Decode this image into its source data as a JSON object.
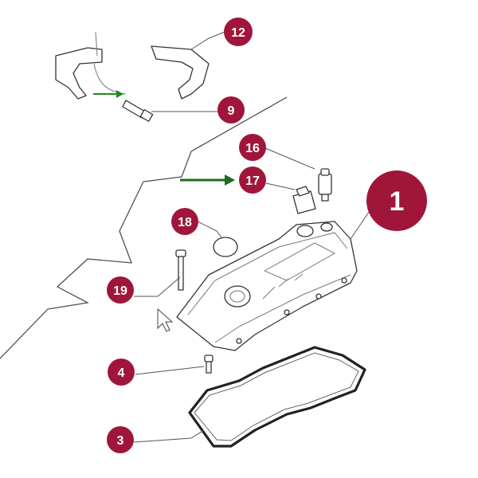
{
  "colors": {
    "callout_fill": "#a0163a",
    "arrow_green": "#1f8a1f",
    "arrow_dark_green": "#1e6b1e"
  },
  "callouts": {
    "c1": "1",
    "c3": "3",
    "c4": "4",
    "c9": "9",
    "c12": "12",
    "c16": "16",
    "c17": "17",
    "c18": "18",
    "c19": "19"
  }
}
